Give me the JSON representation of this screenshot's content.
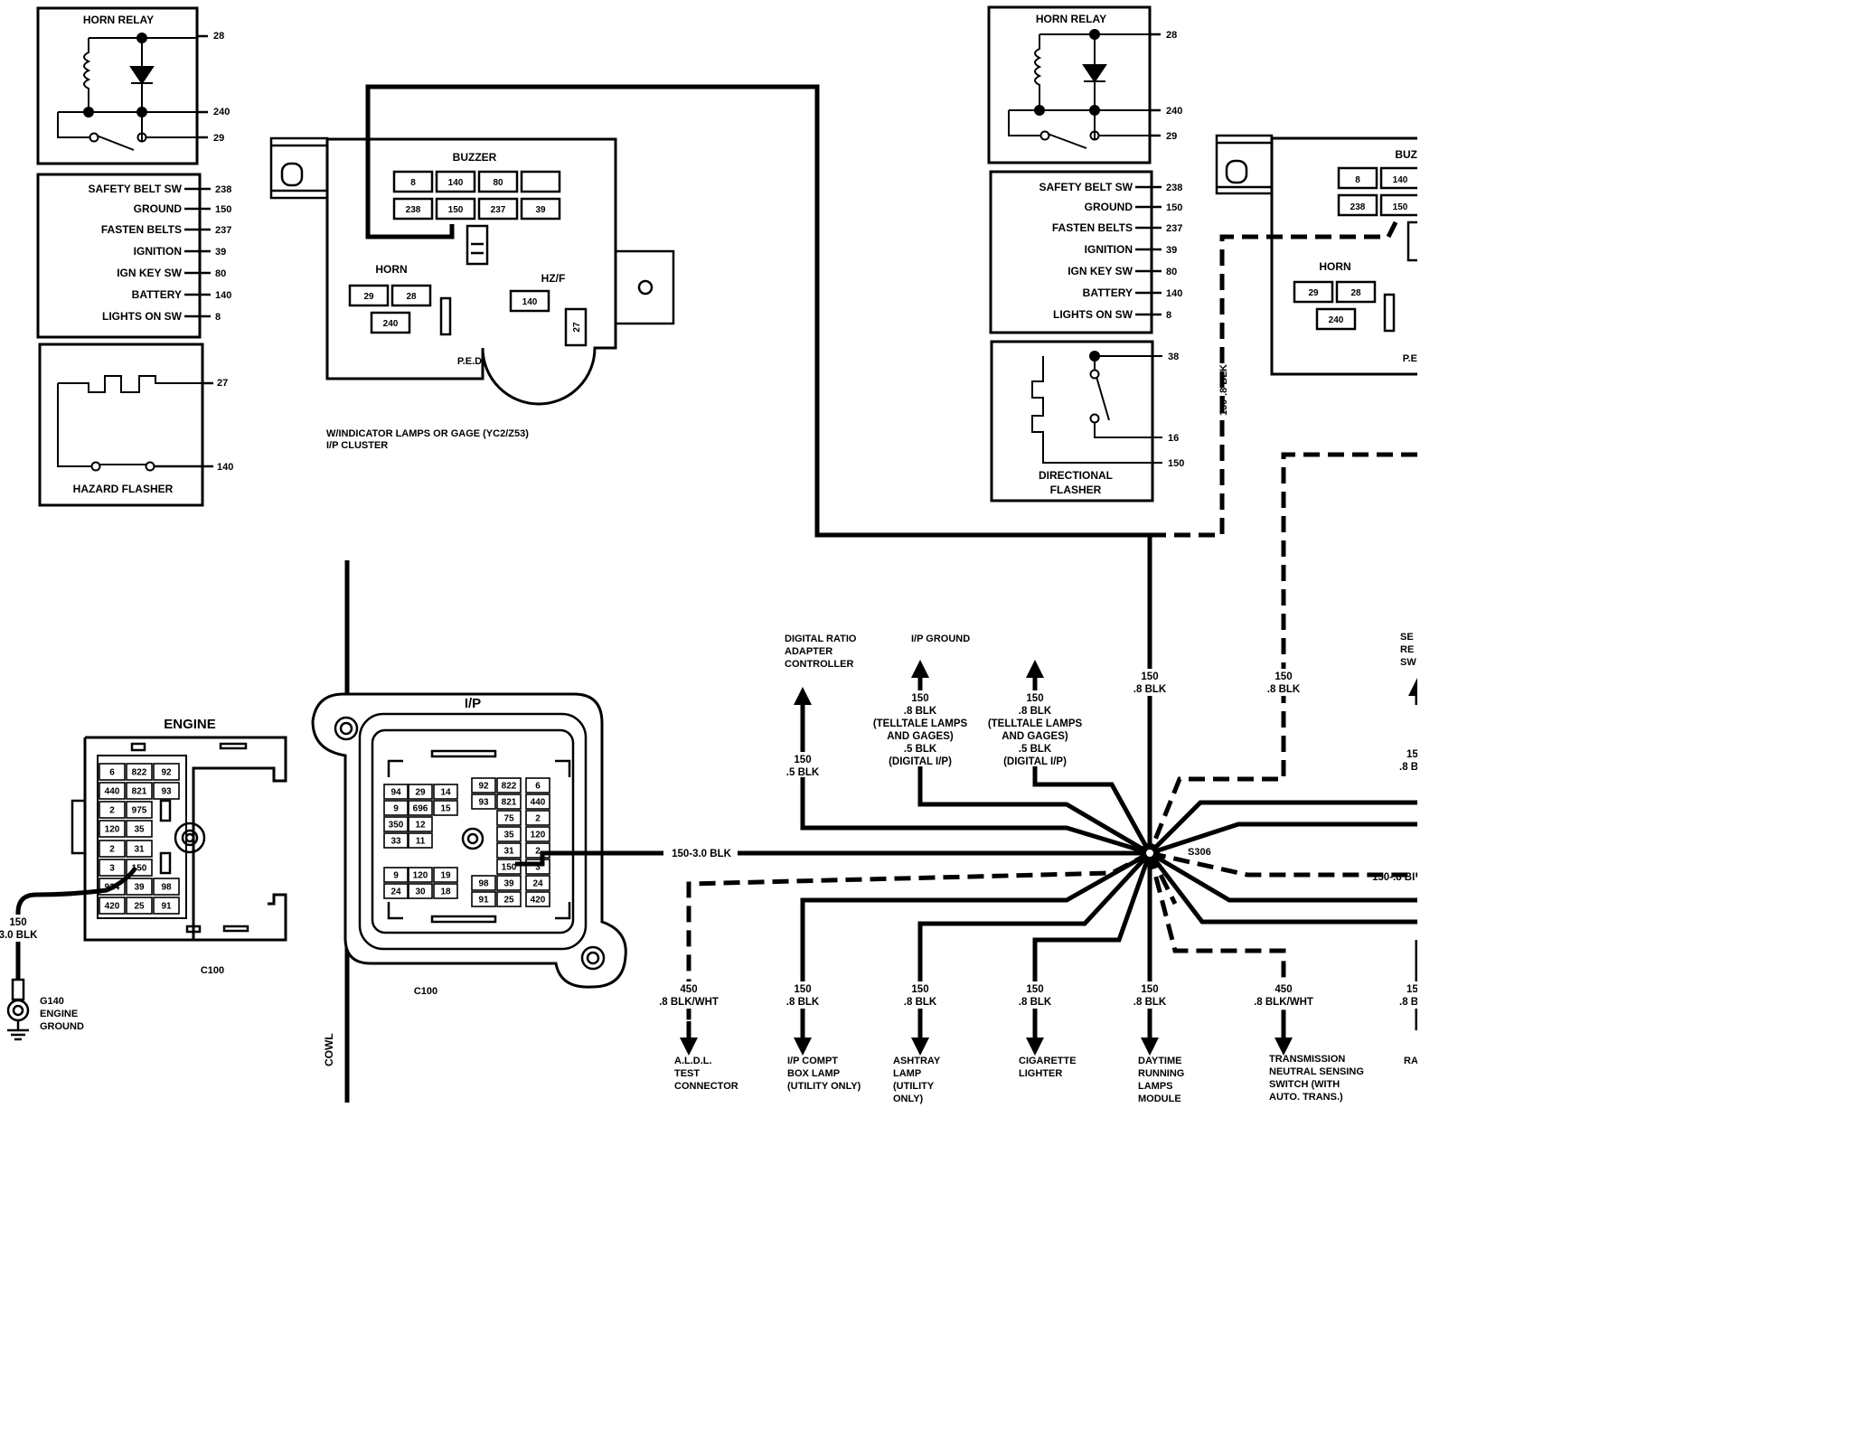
{
  "colors": {
    "ink": "#000000",
    "paper": "#ffffff"
  },
  "horn_relay": {
    "title": "HORN RELAY",
    "pins": [
      "28",
      "240",
      "29"
    ]
  },
  "buzzer_module": {
    "rows": [
      {
        "label": "SAFETY BELT SW",
        "pin": "238"
      },
      {
        "label": "GROUND",
        "pin": "150"
      },
      {
        "label": "FASTEN BELTS",
        "pin": "237"
      },
      {
        "label": "IGNITION",
        "pin": "39"
      },
      {
        "label": "IGN KEY SW",
        "pin": "80"
      },
      {
        "label": "BATTERY",
        "pin": "140"
      },
      {
        "label": "LIGHTS ON SW",
        "pin": "8"
      }
    ]
  },
  "hazard_flasher": {
    "title": "HAZARD FLASHER",
    "pins": [
      "27",
      "140"
    ]
  },
  "directional_flasher": {
    "title_line1": "DIRECTIONAL",
    "title_line2": "FLASHER",
    "pins": [
      "38",
      "16",
      "150"
    ]
  },
  "fuse_block": {
    "buzzer_label": "BUZZER",
    "buzzer_row1": [
      "8",
      "140",
      "80",
      ""
    ],
    "buzzer_row2": [
      "238",
      "150",
      "237",
      "39"
    ],
    "horn_label": "HORN",
    "horn_cavities": [
      "29",
      "28",
      "240"
    ],
    "hzf_label": "HZ/F",
    "hzf_cavity": "140",
    "side_cavity": "27",
    "ped_label": "P.E.D.",
    "note_line1": "W/INDICATOR LAMPS OR GAGE (YC2/Z53)",
    "note_line2": "I/P CLUSTER"
  },
  "right_fuse_block": {
    "buzzer_label": "BUZ",
    "buzzer_row1": [
      "8",
      "140"
    ],
    "buzzer_row2": [
      "238",
      "150"
    ],
    "horn_label": "HORN",
    "horn_cavities": [
      "29",
      "28",
      "240"
    ],
    "ped_label": "P.E"
  },
  "engine_connector": {
    "title": "ENGINE",
    "connector": "C100",
    "cavities": [
      "6",
      "822",
      "92",
      "440",
      "821",
      "93",
      "2",
      "975",
      "120",
      "35",
      "2",
      "31",
      "3",
      "150",
      "924",
      "39",
      "98",
      "420",
      "25",
      "91"
    ]
  },
  "ip_connector": {
    "title": "I/P",
    "connector": "C100",
    "cavities": [
      "94",
      "29",
      "14",
      "9",
      "696",
      "15",
      "350",
      "12",
      "33",
      "11",
      "92",
      "822",
      "6",
      "93",
      "821",
      "440",
      "75",
      "2",
      "35",
      "120",
      "31",
      "2",
      "150",
      "3",
      "9",
      "120",
      "19",
      "24",
      "30",
      "18",
      "98",
      "39",
      "24",
      "91",
      "25",
      "420"
    ]
  },
  "cowl_label": "COWL",
  "ground": {
    "wire_l1": "150",
    "wire_l2": "3.0 BLK",
    "l1": "G140",
    "l2": "ENGINE",
    "l3": "GROUND"
  },
  "wires": {
    "main": "150-3.0 BLK",
    "right": "150-.8 BI",
    "vertical_dashed": "150-.8 BLK",
    "top_center_1": "150",
    "top_center_2": ".8 BLK",
    "top_right_1": "150",
    "top_right_2": ".8 BLK"
  },
  "splice": {
    "name": "S306"
  },
  "top_branches": [
    {
      "l1": "DIGITAL RATIO",
      "l2": "ADAPTER",
      "l3": "CONTROLLER",
      "w1": "150",
      "w2": ".5 BLK"
    },
    {
      "title": "I/P GROUND",
      "w1": "150",
      "w2": ".8 BLK",
      "w3": "(TELLTALE LAMPS",
      "w4": "AND GAGES)",
      "w5": ".5 BLK",
      "w6": "(DIGITAL  I/P)"
    },
    {
      "w1": "150",
      "w2": ".8 BLK",
      "w3": "(TELLTALE LAMPS",
      "w4": "AND GAGES)",
      "w5": ".5 BLK",
      "w6": "(DIGITAL I/P)"
    },
    {
      "l1": "SE",
      "l2": "RE",
      "l3": "SW",
      "w1": "15",
      "w2": ".8 B"
    }
  ],
  "bottom_branches": [
    {
      "w1": "450",
      "w2": ".8 BLK/WHT",
      "d1": "A.L.D.L.",
      "d2": "TEST",
      "d3": "CONNECTOR"
    },
    {
      "w1": "150",
      "w2": ".8 BLK",
      "d1": "I/P COMPT",
      "d2": "BOX LAMP",
      "d3": "(UTILITY ONLY)"
    },
    {
      "w1": "150",
      "w2": ".8 BLK",
      "d1": "ASHTRAY",
      "d2": "LAMP",
      "d3": "(UTILITY",
      "d4": "ONLY)"
    },
    {
      "w1": "150",
      "w2": ".8 BLK",
      "d1": "CIGARETTE",
      "d2": "LIGHTER"
    },
    {
      "w1": "150",
      "w2": ".8 BLK",
      "d1": "DAYTIME",
      "d2": "RUNNING",
      "d3": "LAMPS",
      "d4": "MODULE"
    },
    {
      "w1": "450",
      "w2": ".8 BLK/WHT",
      "d1": "TRANSMISSION",
      "d2": "NEUTRAL SENSING",
      "d3": "SWITCH (WITH",
      "d4": "AUTO. TRANS.)"
    },
    {
      "w1": "15",
      "w2": ".8 B",
      "d1": "RA"
    }
  ]
}
